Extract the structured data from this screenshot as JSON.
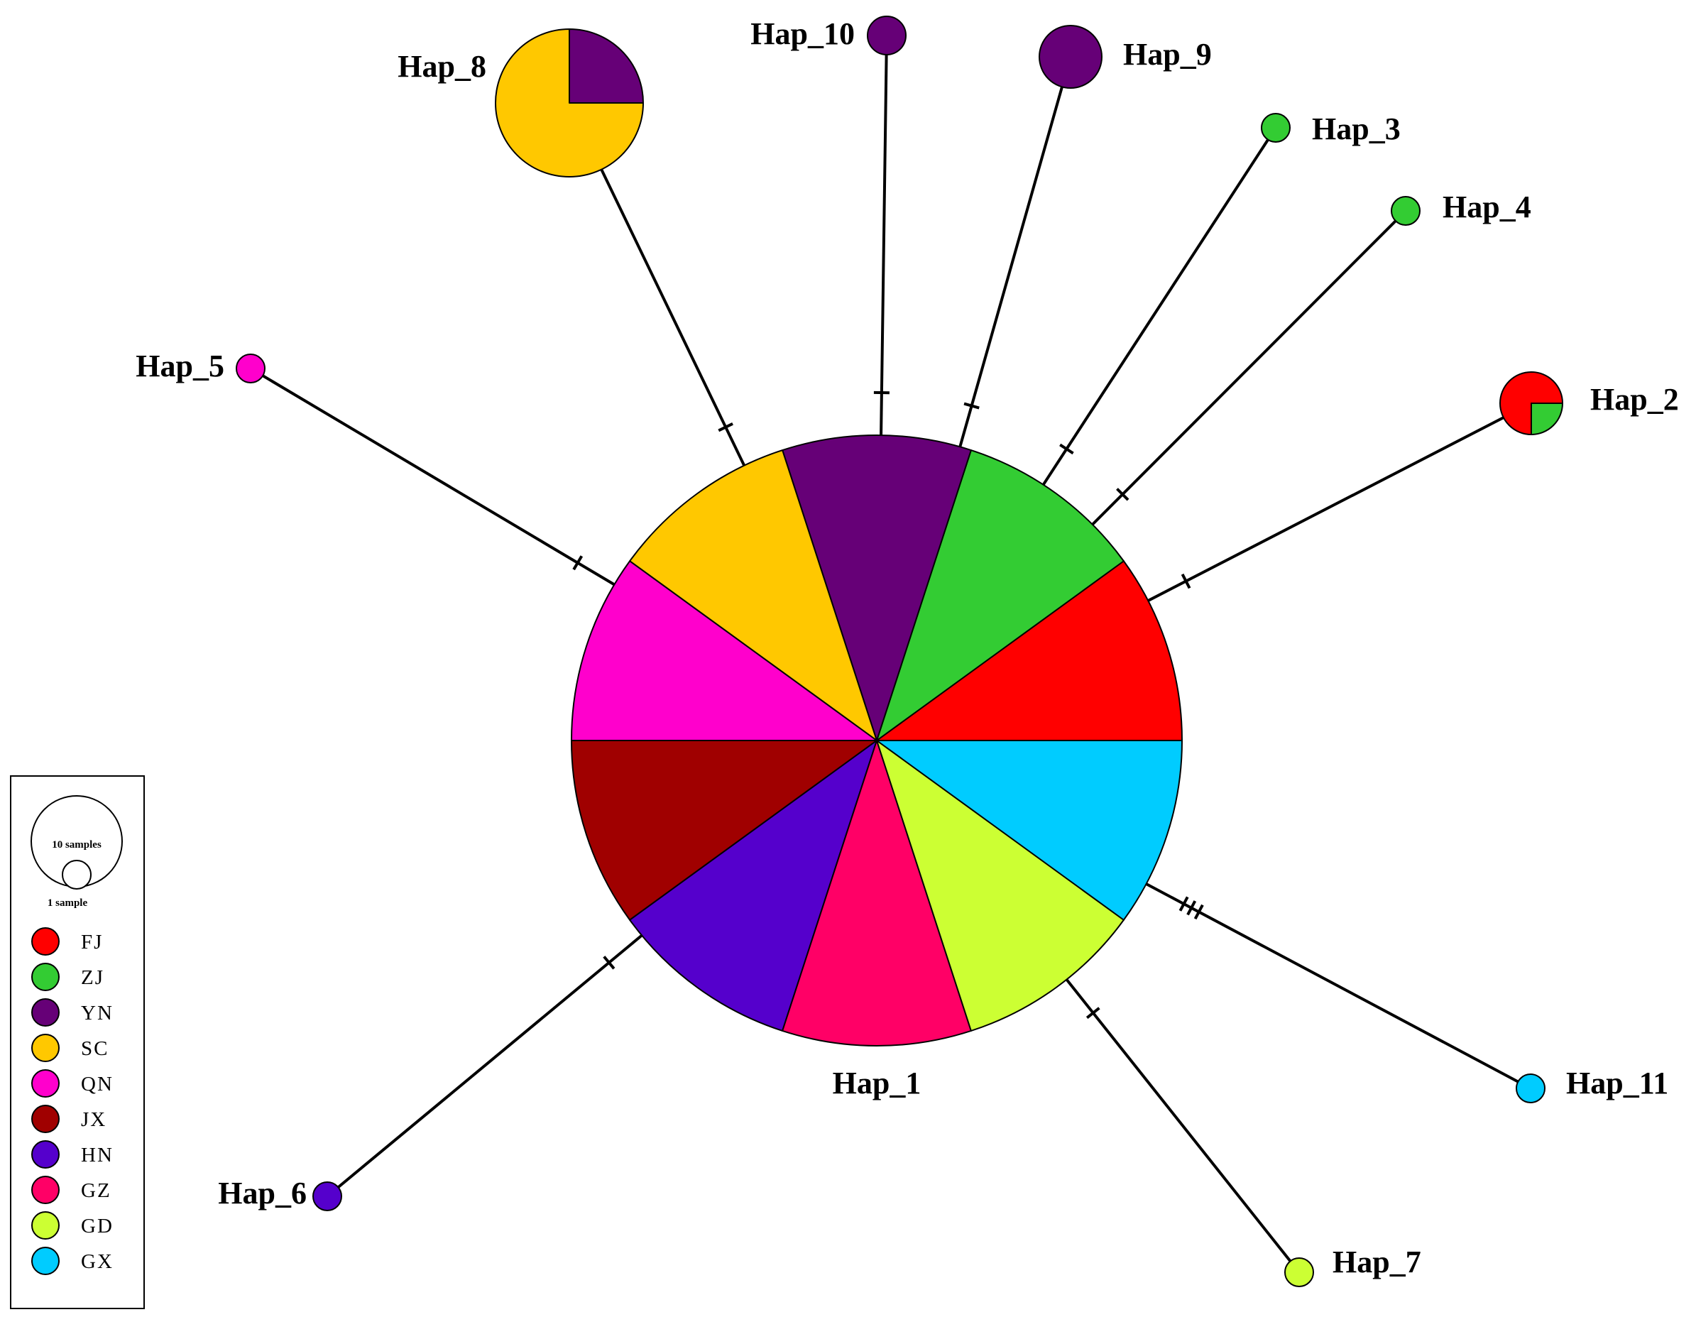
{
  "populations": [
    {
      "code": "FJ",
      "color": "#ff0000"
    },
    {
      "code": "ZJ",
      "color": "#33cc33"
    },
    {
      "code": "YN",
      "color": "#660077"
    },
    {
      "code": "SC",
      "color": "#ffc800"
    },
    {
      "code": "QN",
      "color": "#ff00cc"
    },
    {
      "code": "JX",
      "color": "#a00000"
    },
    {
      "code": "HN",
      "color": "#5500cc"
    },
    {
      "code": "GZ",
      "color": "#ff0066"
    },
    {
      "code": "GD",
      "color": "#ccff33"
    },
    {
      "code": "GX",
      "color": "#00ccff"
    }
  ],
  "legend": {
    "large_circle_label": "10 samples",
    "small_circle_label": "1 sample"
  },
  "haplotypes": [
    {
      "name": "Hap_1",
      "composition": {
        "FJ": 1,
        "ZJ": 1,
        "YN": 1,
        "SC": 1,
        "QN": 1,
        "JX": 1,
        "HN": 1,
        "GZ": 1,
        "GD": 1,
        "GX": 1
      }
    },
    {
      "name": "Hap_2",
      "composition": {
        "FJ": 3,
        "ZJ": 1
      }
    },
    {
      "name": "Hap_3",
      "composition": {
        "ZJ": 1
      }
    },
    {
      "name": "Hap_4",
      "composition": {
        "ZJ": 1
      }
    },
    {
      "name": "Hap_5",
      "composition": {
        "QN": 1
      }
    },
    {
      "name": "Hap_6",
      "composition": {
        "HN": 1
      }
    },
    {
      "name": "Hap_7",
      "composition": {
        "GD": 1
      }
    },
    {
      "name": "Hap_8",
      "composition": {
        "YN": 1,
        "SC": 3
      }
    },
    {
      "name": "Hap_9",
      "composition": {
        "YN": 1
      }
    },
    {
      "name": "Hap_10",
      "composition": {
        "YN": 1
      }
    },
    {
      "name": "Hap_11",
      "composition": {
        "GX": 1
      }
    }
  ],
  "edges": [
    {
      "from": "Hap_1",
      "to": "Hap_2",
      "mutations": 1
    },
    {
      "from": "Hap_1",
      "to": "Hap_3",
      "mutations": 1
    },
    {
      "from": "Hap_1",
      "to": "Hap_4",
      "mutations": 1
    },
    {
      "from": "Hap_1",
      "to": "Hap_5",
      "mutations": 1
    },
    {
      "from": "Hap_1",
      "to": "Hap_6",
      "mutations": 1
    },
    {
      "from": "Hap_1",
      "to": "Hap_7",
      "mutations": 1
    },
    {
      "from": "Hap_1",
      "to": "Hap_8",
      "mutations": 1
    },
    {
      "from": "Hap_1",
      "to": "Hap_9",
      "mutations": 1
    },
    {
      "from": "Hap_1",
      "to": "Hap_10",
      "mutations": 1
    },
    {
      "from": "Hap_1",
      "to": "Hap_11",
      "mutations": 3
    }
  ]
}
